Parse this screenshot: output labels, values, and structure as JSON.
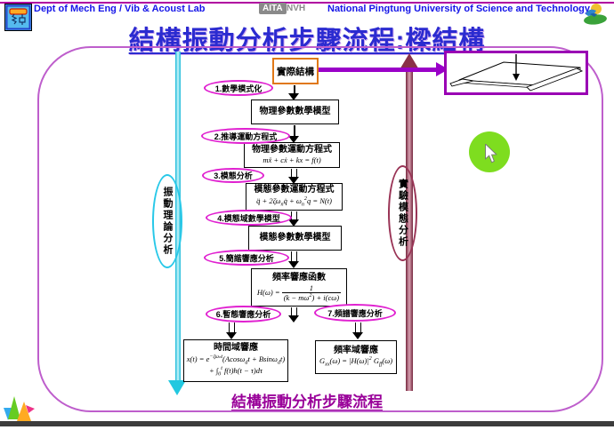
{
  "header": {
    "left_label": "Dept of Mech Eng / Vib & Acoust Lab",
    "badge": "AITA",
    "badge_suffix": "NVH",
    "right_label": "National Pingtung University of Science and Technology"
  },
  "title": "結構振動分析步驟流程:樑結構",
  "footer_caption": "結構振動分析步驟流程",
  "flow": {
    "source_box": "實際結構",
    "left_branch_label": "振動理論分析",
    "right_branch_label": "實驗模態分析",
    "steps": [
      {
        "label": "1.數學模式化"
      },
      {
        "label": "2.推導運動方程式"
      },
      {
        "label": "3.模態分析"
      },
      {
        "label": "4.模態域數學模型"
      },
      {
        "label": "5.簡諧響應分析"
      },
      {
        "label": "6.暫態響應分析"
      },
      {
        "label": "7.頻譜響應分析"
      }
    ],
    "boxes": {
      "physical_model": {
        "title": "物理參數數學模型"
      },
      "physical_eom": {
        "title": "物理參數運動方程式",
        "eq": [
          {
            "t": "mẍ + cẋ + kx = f(t)"
          }
        ]
      },
      "modal_eom": {
        "title": "模態參數運動方程式",
        "eq": [
          {
            "t": "q̈ + 2ζω"
          },
          {
            "t": "n",
            "s": "sub"
          },
          {
            "t": "q̇ + ω"
          },
          {
            "t": "n",
            "s": "sub"
          },
          {
            "t": "2",
            "s": "sup"
          },
          {
            "t": "q = N(t)"
          }
        ]
      },
      "modal_model": {
        "title": "模態參數數學模型"
      },
      "frf": {
        "title": "頻率響應函數",
        "eq": [
          {
            "t": "H(ω) = "
          },
          {
            "s": "frac",
            "num": [
              {
                "t": "1"
              }
            ],
            "den": [
              {
                "t": "(k − mω"
              },
              {
                "t": "2",
                "s": "sup"
              },
              {
                "t": ") + i(cω)"
              }
            ]
          }
        ]
      },
      "time_response": {
        "title": "時間域響應",
        "eq1": [
          {
            "t": "x(t) = e"
          },
          {
            "t": "−ζωₙt",
            "s": "sup"
          },
          {
            "t": "(Acosω"
          },
          {
            "t": "d",
            "s": "sub"
          },
          {
            "t": "t + Bsinω"
          },
          {
            "t": "d",
            "s": "sub"
          },
          {
            "t": "t)"
          }
        ],
        "eq2": [
          {
            "t": "+ ∫"
          },
          {
            "t": "0",
            "s": "sub"
          },
          {
            "t": "t",
            "s": "sup"
          },
          {
            "t": " f(t)h(t − τ)dτ"
          }
        ]
      },
      "freq_response": {
        "title": "頻率域響應",
        "eq": [
          {
            "t": "G"
          },
          {
            "t": "xx",
            "s": "sub"
          },
          {
            "t": "(ω) = |H(ω)|"
          },
          {
            "t": "2",
            "s": "sup"
          },
          {
            "t": " G"
          },
          {
            "t": "ff",
            "s": "sub"
          },
          {
            "t": "(ω)"
          }
        ]
      }
    }
  },
  "icons": {
    "lab": "mass-spring-damper-icon",
    "university": "university-logo",
    "waveform": "waveform-logo",
    "cursor": "mouse-pointer-icon",
    "beam": "beam-structure-diagram"
  },
  "colors": {
    "title_blue": "#2B2BD0",
    "header_blue": "#1515E8",
    "ellipse_magenta": "#E020D0",
    "source_orange": "#E07818",
    "theory_cyan": "#22C8E0",
    "experiment_maroon": "#8A3048",
    "slide_border_purple": "#BE5ECC",
    "beam_border_purple": "#9A00B4",
    "connector_purple": "#9A00C8",
    "footer_purple": "#990099",
    "cursor_green": "#7EDD1F"
  }
}
